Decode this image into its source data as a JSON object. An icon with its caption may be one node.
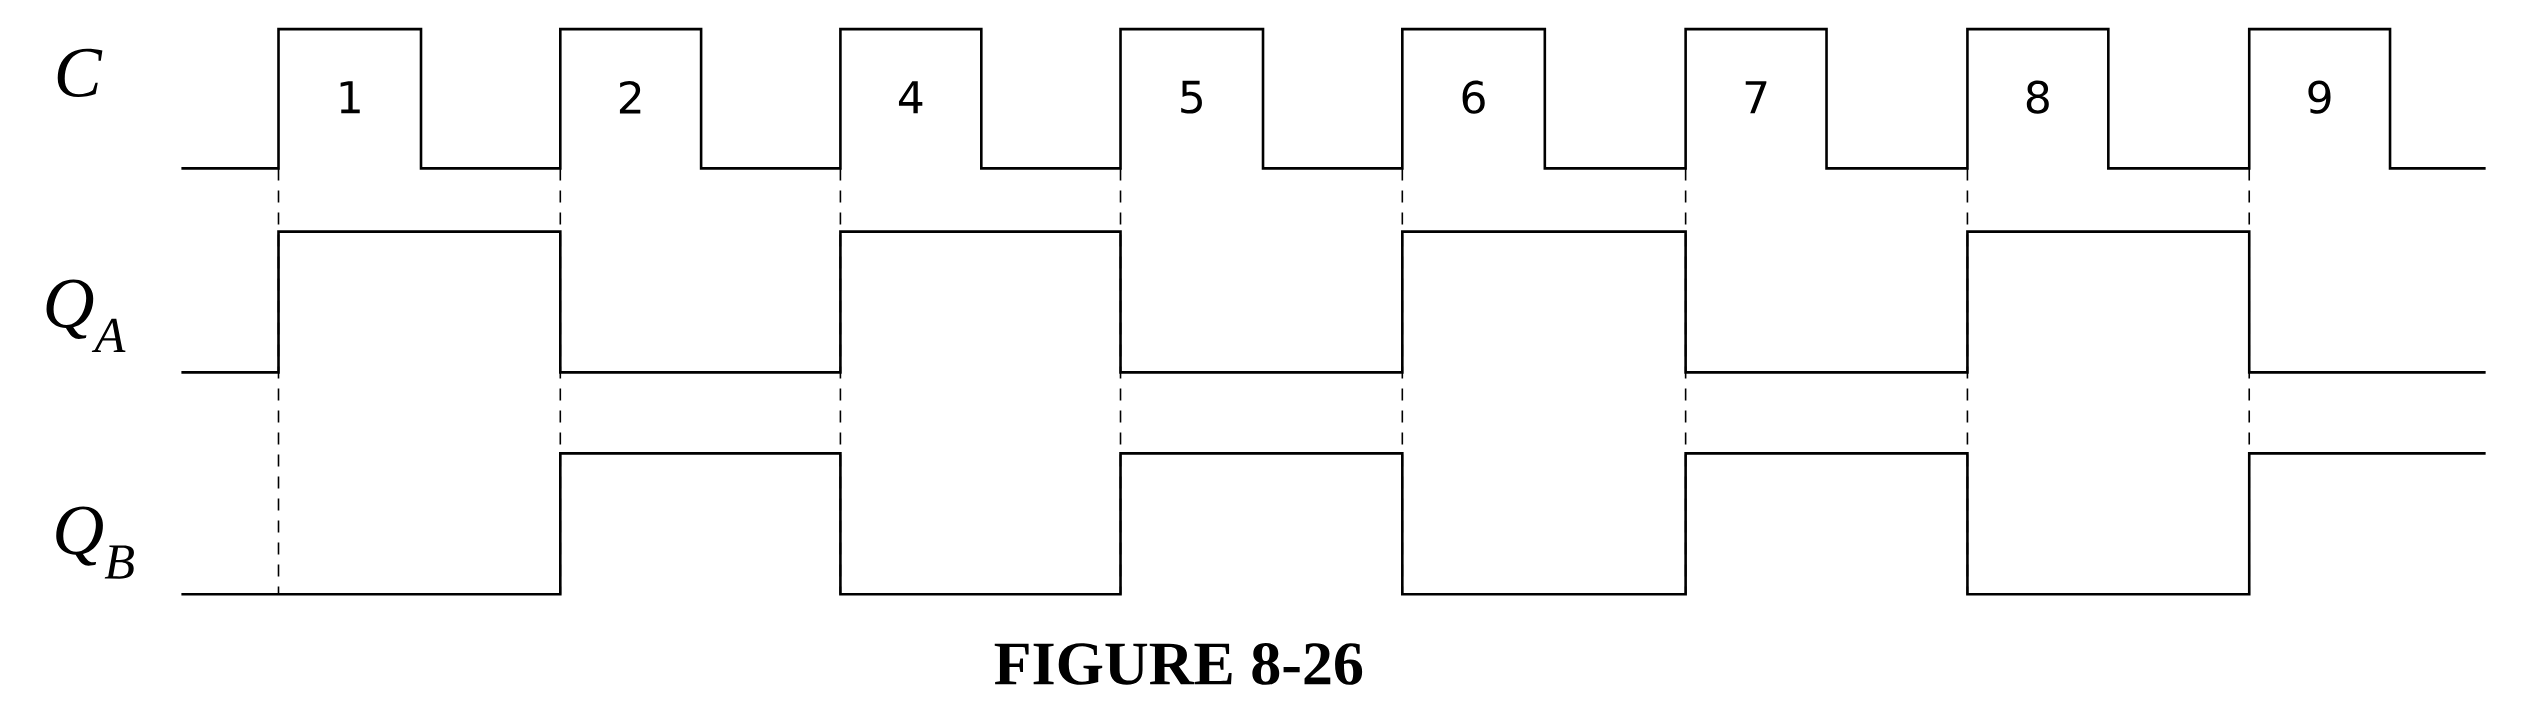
{
  "diagram": {
    "caption": "FIGURE 8-26",
    "labels": [
      "C",
      "1",
      "2",
      "4",
      "5",
      "6",
      "7",
      "8",
      "9",
      "Q$_{A}$",
      "Q$_{B}$"
    ]
  }
}
